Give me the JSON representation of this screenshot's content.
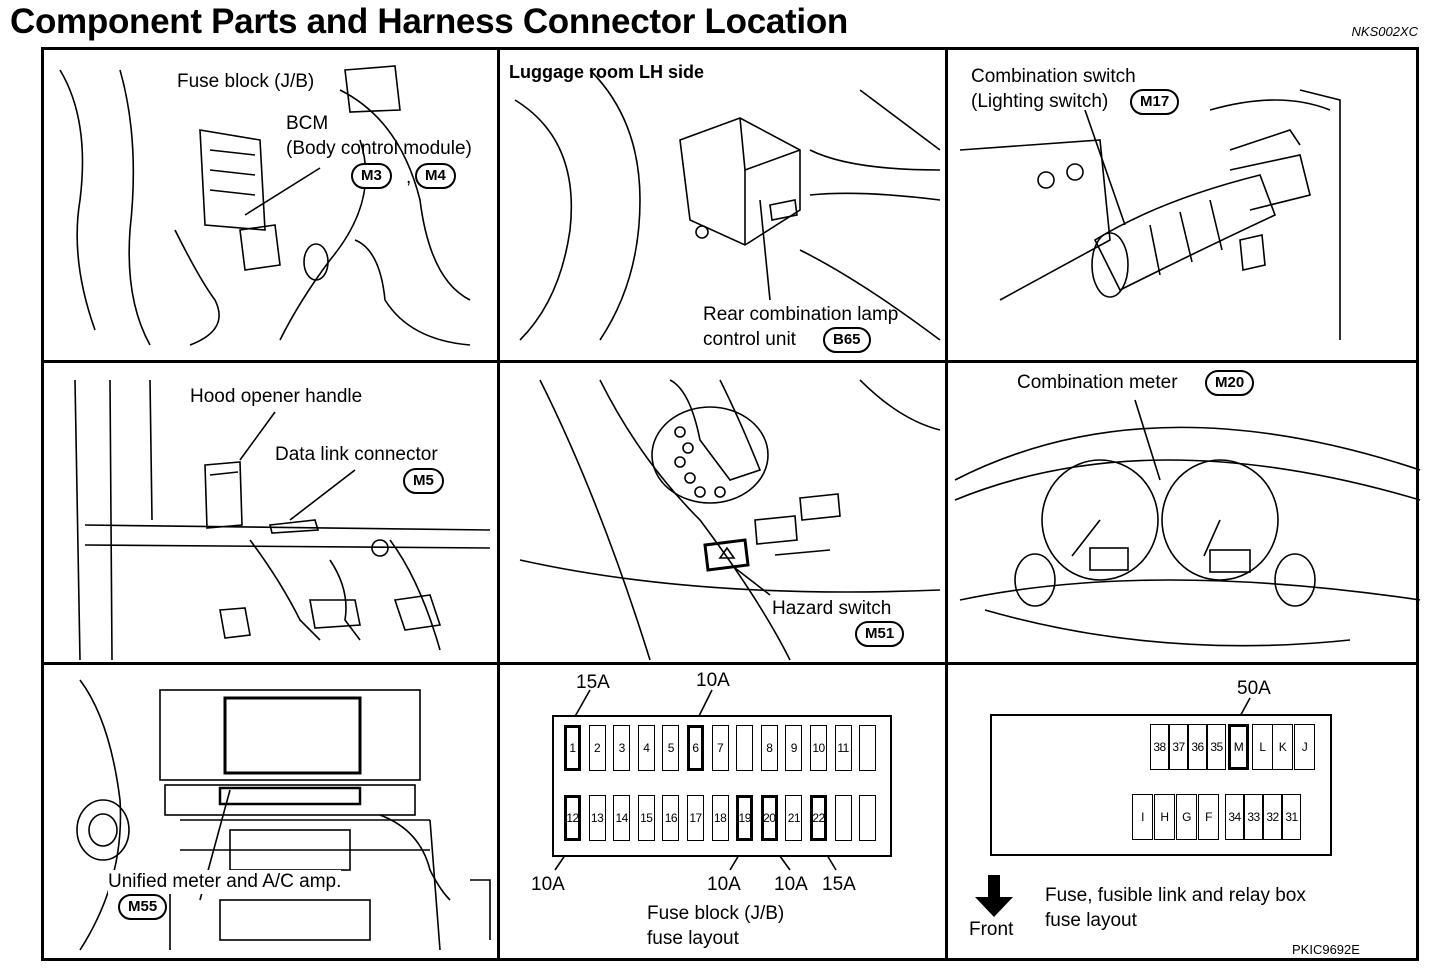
{
  "header": {
    "title": "Component Parts and Harness Connector Location",
    "code": "NKS002XC"
  },
  "panels": {
    "p1": {
      "fuse_block": "Fuse block (J/B)",
      "bcm": "BCM",
      "bcm_desc": "(Body control module)",
      "conn_a": "M3",
      "conn_comma": ",",
      "conn_b": "M4"
    },
    "p2": {
      "heading": "Luggage room LH side",
      "label_line1": "Rear combination lamp",
      "label_line2": "control unit",
      "conn": "B65"
    },
    "p3": {
      "label_line1": "Combination switch",
      "label_line2": "(Lighting switch)",
      "conn": "M17"
    },
    "p4": {
      "hood": "Hood opener handle",
      "dlc": "Data link connector",
      "conn": "M5"
    },
    "p5": {
      "label": "Hazard switch",
      "conn": "M51"
    },
    "p6": {
      "label": "Combination meter",
      "conn": "M20"
    },
    "p7": {
      "label": "Unified meter and A/C amp.",
      "conn": "M55"
    },
    "p8": {
      "amps_top": [
        "15A",
        "10A"
      ],
      "amps_bottom": [
        "10A",
        "10A",
        "10A",
        "15A"
      ],
      "top_row": [
        "1",
        "2",
        "3",
        "4",
        "5",
        "6",
        "7",
        "",
        "8",
        "9",
        "10",
        "11",
        ""
      ],
      "bottom_row": [
        "12",
        "13",
        "14",
        "15",
        "16",
        "17",
        "18",
        "19",
        "20",
        "21",
        "22",
        "",
        ""
      ],
      "caption_line1": "Fuse block (J/B)",
      "caption_line2": "fuse layout"
    },
    "p9": {
      "amp": "50A",
      "top_row": [
        "38",
        "37",
        "36",
        "35",
        "M",
        "L",
        "K",
        "J"
      ],
      "bottom_row": [
        "I",
        "H",
        "G",
        "F",
        "34",
        "33",
        "32",
        "31"
      ],
      "front": "Front",
      "caption_line1": "Fuse, fusible link and relay box",
      "caption_line2": "fuse layout",
      "figure_code": "PKIC9692E"
    }
  },
  "icons": [
    "front-arrow-icon"
  ]
}
